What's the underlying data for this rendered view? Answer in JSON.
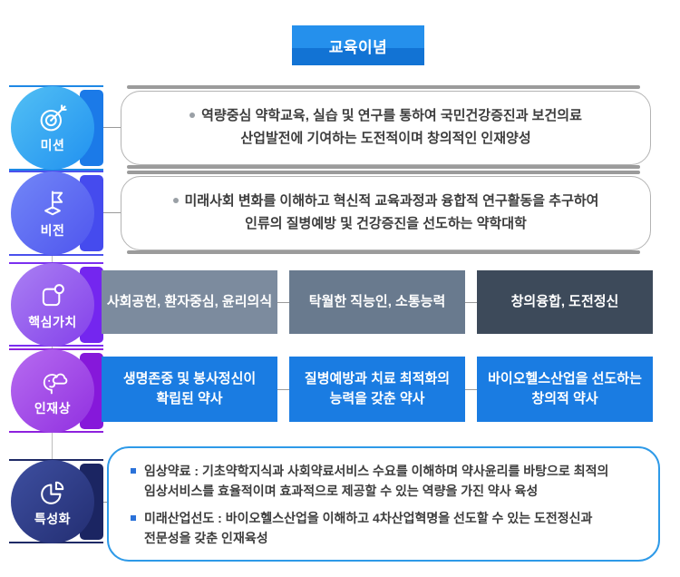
{
  "header": {
    "title": "교육이념"
  },
  "sections": {
    "mission": {
      "label": "미션",
      "icon": "target-icon",
      "lines": [
        "역량중심 약학교육, 실습 및 연구를 통하여 국민건강증진과 보건의료",
        "산업발전에 기여하는 도전적이며 창의적인 인재양성"
      ]
    },
    "vision": {
      "label": "비전",
      "icon": "flag-icon",
      "lines": [
        "미래사회 변화를 이해하고 혁신적 교육과정과 융합적 연구활동을 추구하여",
        "인류의 질병예방 및 건강증진을 선도하는 약학대학"
      ]
    },
    "core_values": {
      "label": "핵심가치",
      "icon": "badge-icon",
      "items": [
        "사회공헌, 환자중심, 윤리의식",
        "탁월한 직능인, 소통능력",
        "창의융합, 도전정신"
      ]
    },
    "talent": {
      "label": "인재상",
      "icon": "mind-icon",
      "items": [
        [
          "생명존중 및 봉사정신이",
          "확립된 약사"
        ],
        [
          "질병예방과 치료 최적화의",
          "능력을 갖춘 약사"
        ],
        [
          "바이오헬스산업을 선도하는",
          "창의적 약사"
        ]
      ]
    },
    "specialization": {
      "label": "특성화",
      "icon": "pie-chart-icon",
      "items": [
        {
          "lines": [
            "임상약료 : 기초약학지식과 사회약료서비스 수요를 이해하며 약사윤리를 바탕으로 최적의",
            "임상서비스를 효율적이며 효과적으로 제공할 수 있는 역량을 가진 약사 육성"
          ]
        },
        {
          "lines": [
            "미래산업선도 : 바이오헬스산업을 이해하고 4차산업혁명을 선도할 수 있는 도전정신과",
            "전문성을 갖춘 인재육성"
          ]
        }
      ]
    }
  },
  "colors": {
    "header_top": "#2590ec",
    "header_bottom": "#1273d4",
    "mission_accent": "#1e88e5",
    "vision_accent": "#4a50ed",
    "core_accent": "#7b2ff0",
    "talent_accent": "#8d21dd",
    "spec_accent": "#1f2a66",
    "core_box_1": "#7c8b9e",
    "core_box_2": "#697a8e",
    "core_box_3": "#3d4a5a",
    "talent_box": "#1a7ce2",
    "spec_border": "#2e9ae8",
    "body_text": "#3d3d3d"
  }
}
